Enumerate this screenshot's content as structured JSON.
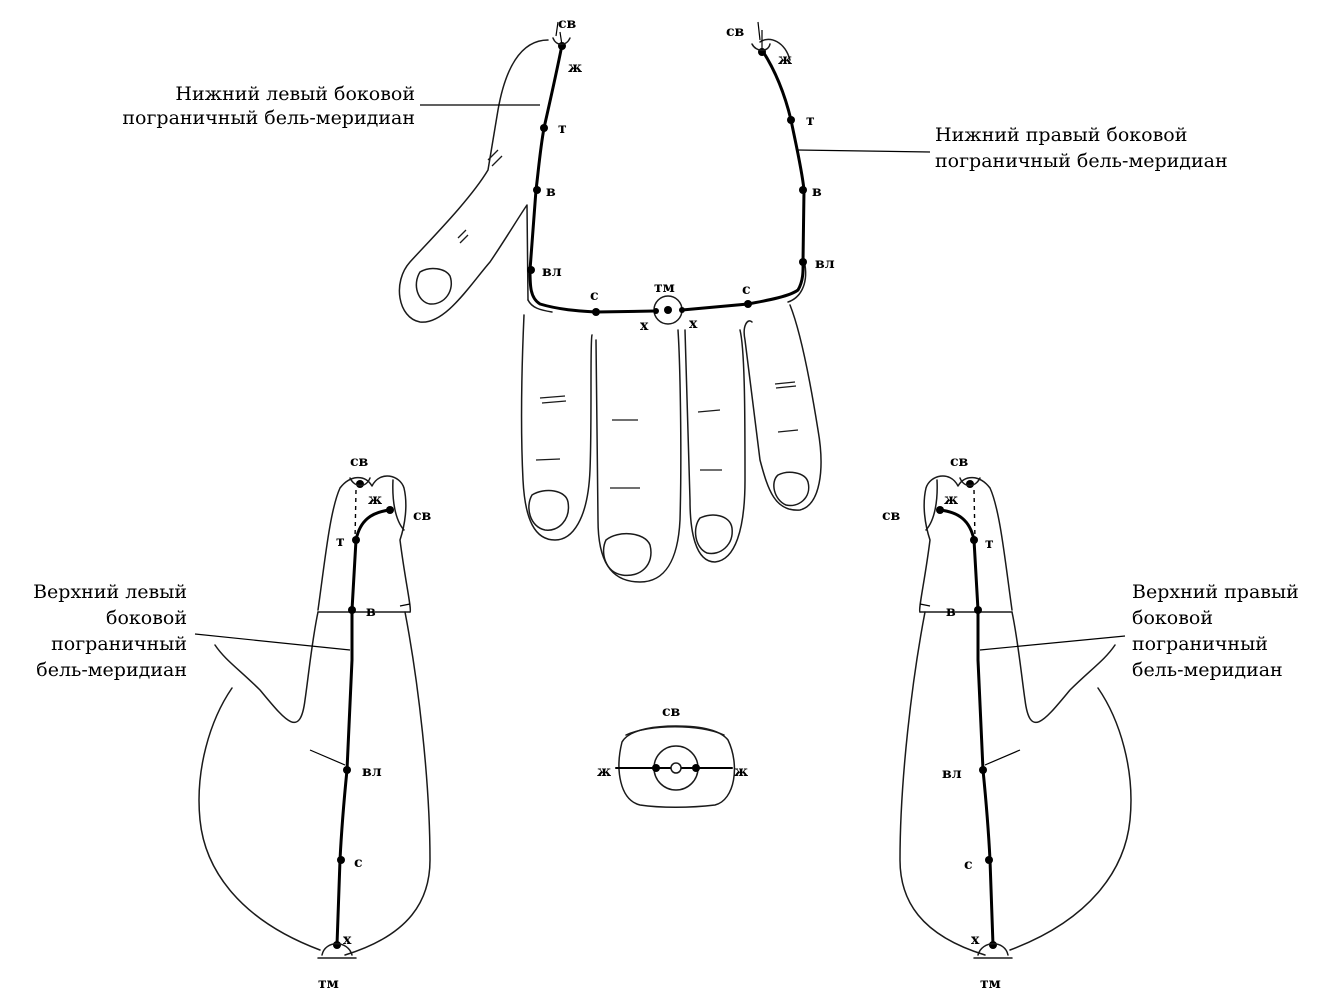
{
  "labels": {
    "lower_left_1": "Нижний левый боковой",
    "lower_left_2": "пограничный бель-меридиан",
    "lower_right_1": "Нижний правый боковой",
    "lower_right_2": "пограничный бель-меридиан",
    "upper_left_1": "Верхний левый",
    "upper_left_2": "боковой",
    "upper_left_3": "пограничный",
    "upper_left_4": "бель-меридиан",
    "upper_right_1": "Верхний правый",
    "upper_right_2": "боковой",
    "upper_right_3": "пограничный",
    "upper_right_4": "бель-меридиан"
  },
  "points": {
    "sv": "св",
    "zh": "ж",
    "t": "т",
    "v": "в",
    "vl": "вл",
    "s": "с",
    "kh": "х",
    "tm": "тм"
  },
  "colors": {
    "ink": "#000000",
    "paper": "#ffffff"
  }
}
